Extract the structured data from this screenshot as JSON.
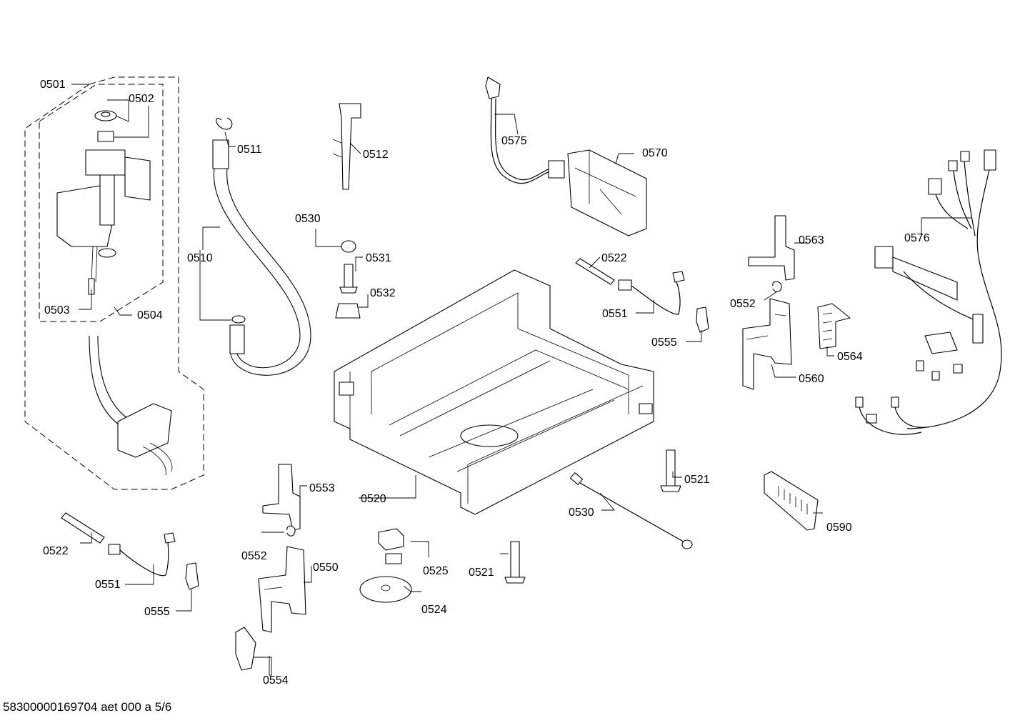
{
  "diagram": {
    "labels": {
      "p0501": "0501",
      "p0502": "0502",
      "p0503": "0503",
      "p0504": "0504",
      "p0510": "0510",
      "p0511": "0511",
      "p0512": "0512",
      "p0520": "0520",
      "p0521a": "0521",
      "p0521b": "0521",
      "p0522a": "0522",
      "p0522b": "0522",
      "p0524": "0524",
      "p0525": "0525",
      "p0530a": "0530",
      "p0530b": "0530",
      "p0531": "0531",
      "p0532": "0532",
      "p0550": "0550",
      "p0551a": "0551",
      "p0551b": "0551",
      "p0552a": "0552",
      "p0552b": "0552",
      "p0553": "0553",
      "p0554": "0554",
      "p0555a": "0555",
      "p0555b": "0555",
      "p0560": "0560",
      "p0563": "0563",
      "p0564": "0564",
      "p0570": "0570",
      "p0575": "0575",
      "p0576": "0576",
      "p0590": "0590"
    },
    "footer": "58300000169704 aet 000 a 5/6"
  }
}
